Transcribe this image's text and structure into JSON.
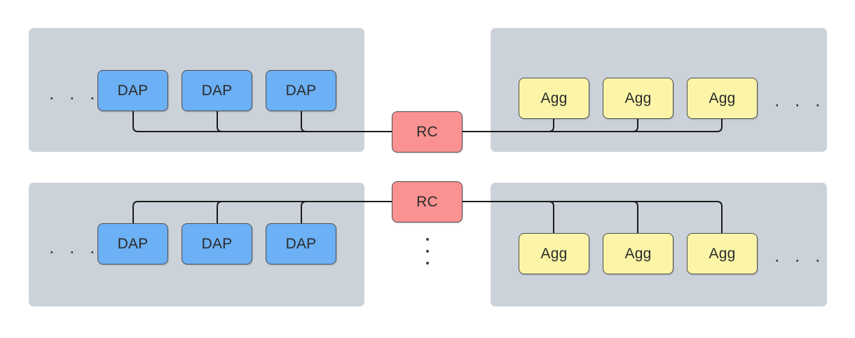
{
  "diagram": {
    "title": "DAP-RC-Agg topology diagram",
    "colors": {
      "panel": "#ccd2da",
      "dap": "#6cb0f5",
      "agg": "#fcf5a8",
      "rc": "#fa9292",
      "wire": "#1b1b1b",
      "node_border": "#4d4d4d",
      "text": "#2b2b2b",
      "background": "#ffffff"
    },
    "rows": [
      {
        "id": "row-1",
        "left_group": {
          "label_ellipsis": ". . .",
          "nodes": [
            {
              "label": "DAP"
            },
            {
              "label": "DAP"
            },
            {
              "label": "DAP"
            }
          ]
        },
        "center": {
          "label": "RC"
        },
        "right_group": {
          "label_ellipsis": ". . .",
          "nodes": [
            {
              "label": "Agg"
            },
            {
              "label": "Agg"
            },
            {
              "label": "Agg"
            }
          ]
        }
      },
      {
        "id": "row-2",
        "left_group": {
          "label_ellipsis": ". . .",
          "nodes": [
            {
              "label": "DAP"
            },
            {
              "label": "DAP"
            },
            {
              "label": "DAP"
            }
          ]
        },
        "center": {
          "label": "RC"
        },
        "right_group": {
          "label_ellipsis": ". . .",
          "nodes": [
            {
              "label": "Agg"
            },
            {
              "label": "Agg"
            },
            {
              "label": "Agg"
            }
          ]
        }
      }
    ],
    "vertical_continuation": {
      "dots": 3
    }
  }
}
